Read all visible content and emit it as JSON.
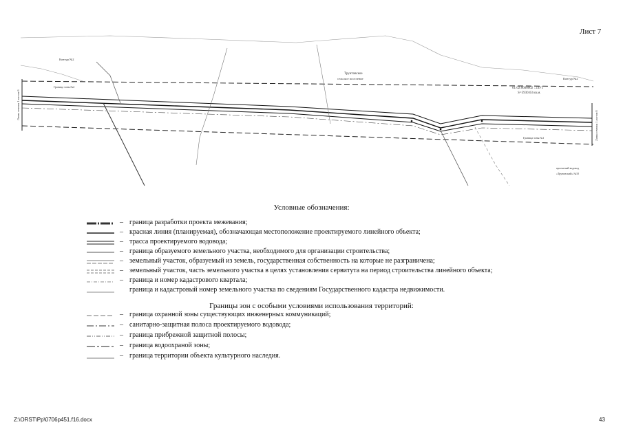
{
  "header": {
    "sheet": "Лист 7"
  },
  "map": {
    "labels": {
      "settlement": "Трунтовское",
      "settlement2": "сельское поселение",
      "kontur_left": "Контур №2",
      "kontur_right": "Контур №2",
      "cadastre_num": "61:02:0600002 : 2ЗУ1",
      "area": "S=5930.63 кв.м.",
      "left_vertical": "Линия сечения 1 листом 6",
      "right_vertical": "Линия сечения 1 листом 8",
      "protect_zone_left": "Граница зоны №2",
      "protect_zone_right": "Граница зоны №1",
      "ref_bottom": "проектный водовод",
      "ref_bottom2": "«Труновский» №10"
    }
  },
  "legend": {
    "title": "Условные обозначения:",
    "items": [
      "граница  разработки проекта межевания;",
      "красная линия (планируемая), обозначающая местоположение проектируемого линейного объекта;",
      "трасса проектируемого водовода;",
      "граница образуемого земельного участка, необходимого для организации строительства;",
      "земельный участок, образуемый из земель, государственная собственность на которые не разграничена;",
      "земельный участок, часть земельного участка в целях установления сервитута на период строительства линейного объекта;",
      "граница и номер кадастрового квартала;",
      "граница и кадастровый номер земельного участка по сведениям Государственного кадастра недвижимости."
    ],
    "dash": "–"
  },
  "zones": {
    "title": "Границы зон с особыми условиями использования территорий:",
    "items": [
      "граница охранной зоны существующих инженерных коммуникаций;",
      "санитарно-защитная полоса проектируемого водовода;",
      "граница прибрежной защитной полосы;",
      "граница водоохраной зоны;",
      "граница территории объекта культурного наследия."
    ]
  },
  "footer": {
    "path": "Z:\\ORST\\Pp\\0706p451.f16.docx",
    "page": "43"
  }
}
